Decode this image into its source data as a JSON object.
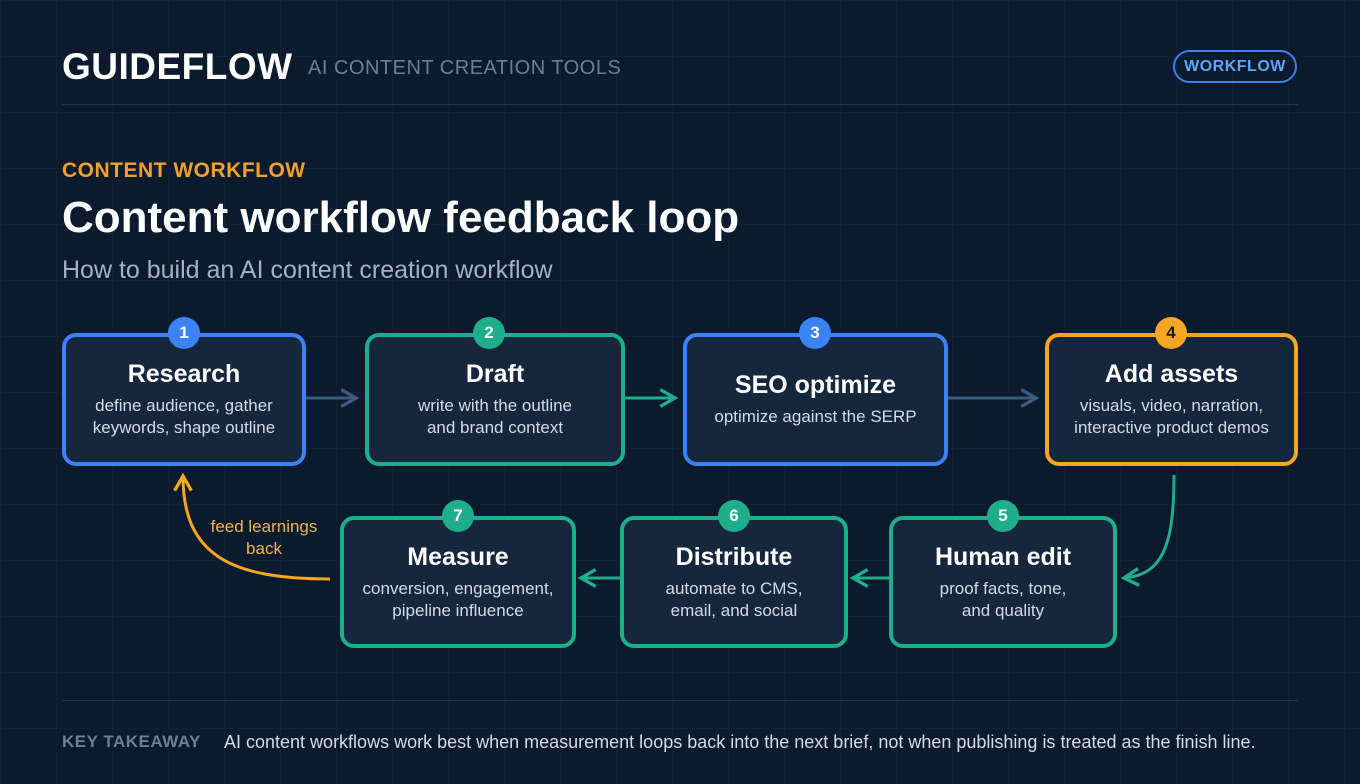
{
  "header": {
    "brand": "GUIDEFLOW",
    "subtitle": "AI CONTENT CREATION TOOLS",
    "badge": "WORKFLOW"
  },
  "hero": {
    "eyebrow": "CONTENT WORKFLOW",
    "title": "Content workflow feedback loop",
    "subtitle": "How to build an AI content creation workflow"
  },
  "steps": [
    {
      "number": "1",
      "title": "Research",
      "desc1": "define audience, gather",
      "desc2": "keywords, shape outline"
    },
    {
      "number": "2",
      "title": "Draft",
      "desc1": "write with the outline",
      "desc2": "and brand context"
    },
    {
      "number": "3",
      "title": "SEO optimize",
      "desc1": "optimize against the SERP",
      "desc2": ""
    },
    {
      "number": "4",
      "title": "Add assets",
      "desc1": "visuals, video, narration,",
      "desc2": "interactive product demos"
    },
    {
      "number": "5",
      "title": "Human edit",
      "desc1": "proof facts, tone,",
      "desc2": "and quality"
    },
    {
      "number": "6",
      "title": "Distribute",
      "desc1": "automate to CMS,",
      "desc2": "email, and social"
    },
    {
      "number": "7",
      "title": "Measure",
      "desc1": "conversion, engagement,",
      "desc2": "pipeline influence"
    }
  ],
  "loop": {
    "line1": "feed learnings",
    "line2": "back"
  },
  "takeaway": {
    "label": "KEY TAKEAWAY",
    "text": "AI content workflows work best when measurement loops back into the next brief, not when publishing is treated as the finish line."
  },
  "colors": {
    "background": "#0c1a2d",
    "blue": "#3b82f6",
    "teal": "#1fae8b",
    "amber": "#f5a623",
    "connector": "#3d5a80"
  }
}
